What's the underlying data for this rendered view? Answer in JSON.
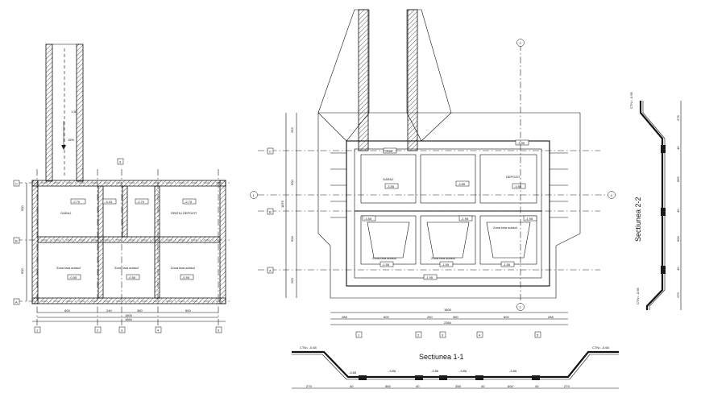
{
  "plan_left": {
    "grid_rows": [
      "C",
      "B",
      "A"
    ],
    "grid_cols": [
      "1",
      "2",
      "3",
      "4",
      "5"
    ],
    "top_mark": "3",
    "ramp_slope": "15%",
    "ramp_width": "1.50",
    "rooms": [
      {
        "name": "GARAJ",
        "level": "-2.70"
      },
      {
        "name": "",
        "level": "-3.15"
      },
      {
        "name": "",
        "level": "-2.70"
      },
      {
        "name": "SPATIU DEPOZIT",
        "level": "-2.70"
      },
      {
        "name": "Zona fara subsol",
        "level": "-0.55"
      },
      {
        "name": "Zona fara subsol",
        "level": "-0.55"
      },
      {
        "name": "Zona fara subsol",
        "level": "-0.55"
      }
    ],
    "dims_bottom": [
      "600",
      "240",
      "360",
      "600"
    ],
    "dims_total": [
      "1800",
      "1860"
    ],
    "dims_side": [
      "600",
      "600"
    ]
  },
  "plan_right": {
    "grid_rows": [
      "C",
      "B",
      "A"
    ],
    "grid_cols": [
      "1",
      "2",
      "3",
      "4",
      "5"
    ],
    "axis_left": "1",
    "axis_right": "4",
    "axis_top": "2",
    "axis_bottom": "2",
    "rooms_top": [
      {
        "name": "GARAJ",
        "level": "-3.55"
      },
      {
        "name": "",
        "level": "-3.55"
      },
      {
        "name": "DEPOZIT",
        "level": "-3.55"
      }
    ],
    "rooms_bottom": [
      {
        "name": "Zona fara subsol",
        "level": "-1.55"
      },
      {
        "name": "Zona fara subsol",
        "level": "-1.55"
      },
      {
        "name": "Zona fara subsol",
        "level": "-1.55"
      }
    ],
    "levels": [
      "-3.85",
      "-3.95",
      "-3.55",
      "-1.95",
      "-1.95",
      "-1.95"
    ],
    "dims_bottom": [
      "288",
      "600",
      "240",
      "360",
      "600",
      "288"
    ],
    "dims_total": [
      "1800",
      "2364"
    ],
    "dims_side": [
      "263",
      "600",
      "600",
      "263"
    ],
    "dims_side_total": "1875"
  },
  "section_1": {
    "title": "Sectiunea 1-1",
    "ground_level": "CTN= -0.65",
    "levels": [
      "-3.85",
      "-3.85",
      "-3.85",
      "-3.85",
      "-3.85"
    ],
    "dims": [
      "279",
      "40",
      "565",
      "40",
      "358",
      "40",
      "600",
      "40",
      "279"
    ]
  },
  "section_2": {
    "title": "Sectiunea 2-2",
    "ground_level_top": "CTN= -0.65",
    "ground_level_bottom": "CTN= -0.65",
    "dims": [
      "279",
      "40",
      "565",
      "40",
      "600",
      "40",
      "279"
    ]
  }
}
